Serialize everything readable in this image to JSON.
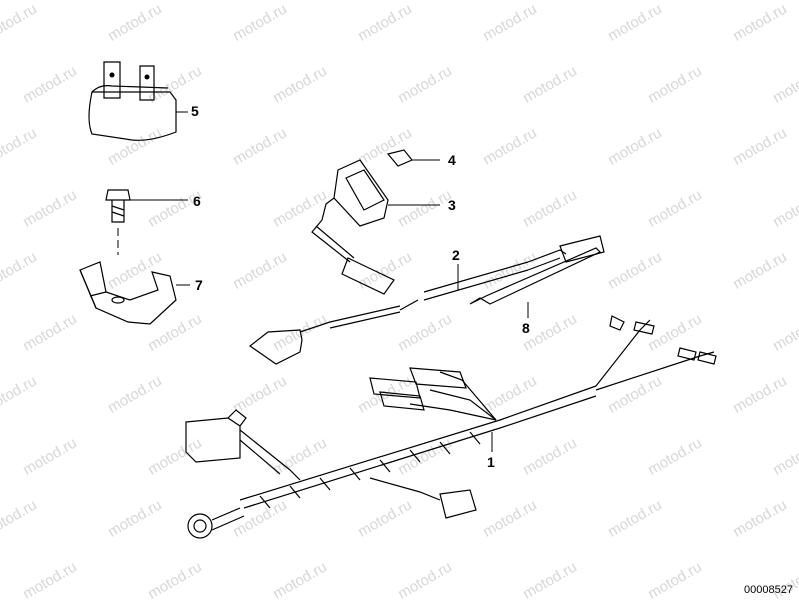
{
  "watermark": "motod.ru",
  "diagram_id": "00008527",
  "callouts": {
    "p1": "1",
    "p2": "2",
    "p3": "3",
    "p4": "4",
    "p5": "5",
    "p6": "6",
    "p7": "7",
    "p8": "8"
  }
}
